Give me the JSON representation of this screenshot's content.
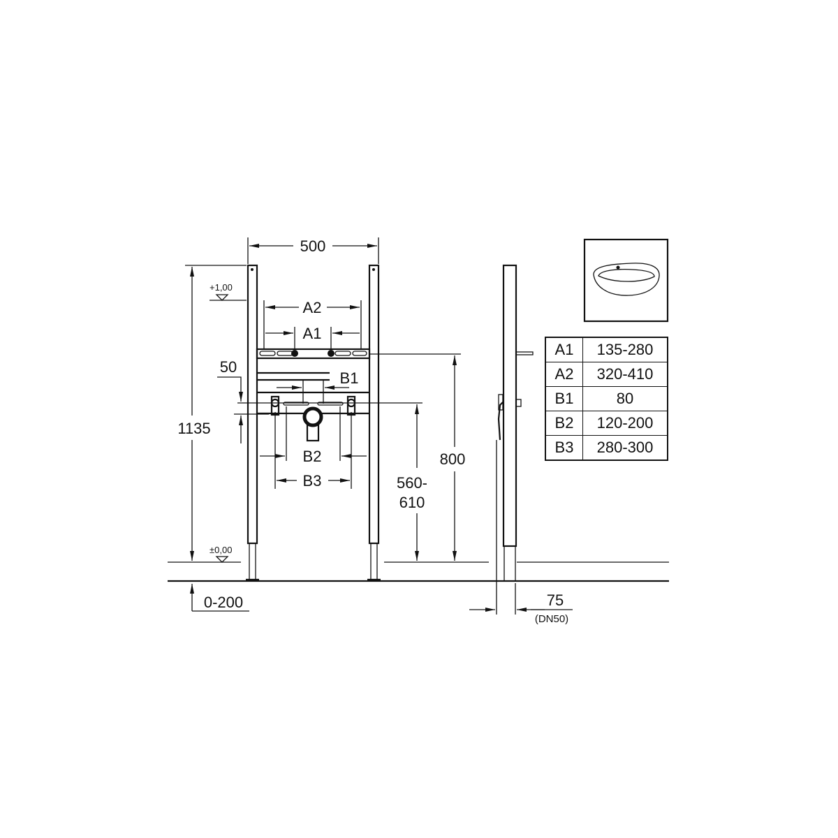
{
  "dimensions": {
    "width_total": "500",
    "height_total": "1135",
    "a2": "A2",
    "a1": "A1",
    "offset_50": "50",
    "b1": "B1",
    "b2": "B2",
    "b3": "B3",
    "height_800": "800",
    "height_560_610_line1": "560-",
    "height_560_610_line2": "610",
    "floor_adjust": "0-200",
    "depth": "75",
    "depth_note": "(DN50)"
  },
  "levels": {
    "top": "+1,00",
    "floor": "±0,00"
  },
  "spec_table": [
    {
      "key": "A1",
      "value": "135-280"
    },
    {
      "key": "A2",
      "value": "320-410"
    },
    {
      "key": "B1",
      "value": "80"
    },
    {
      "key": "B2",
      "value": "120-200"
    },
    {
      "key": "B3",
      "value": "280-300"
    }
  ],
  "icons": {
    "basin": "washbasin-icon"
  }
}
